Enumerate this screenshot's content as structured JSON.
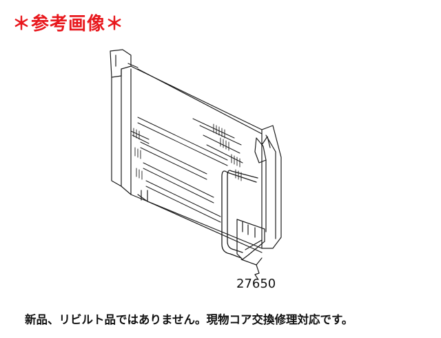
{
  "header": {
    "label": "＊参考画像＊",
    "color": "#e8171c"
  },
  "diagram": {
    "part_label": "27650",
    "line_color": "#1a1a1a"
  },
  "footer": {
    "note": "新品、リビルト品ではありません。現物コア交換修理対応です。"
  }
}
